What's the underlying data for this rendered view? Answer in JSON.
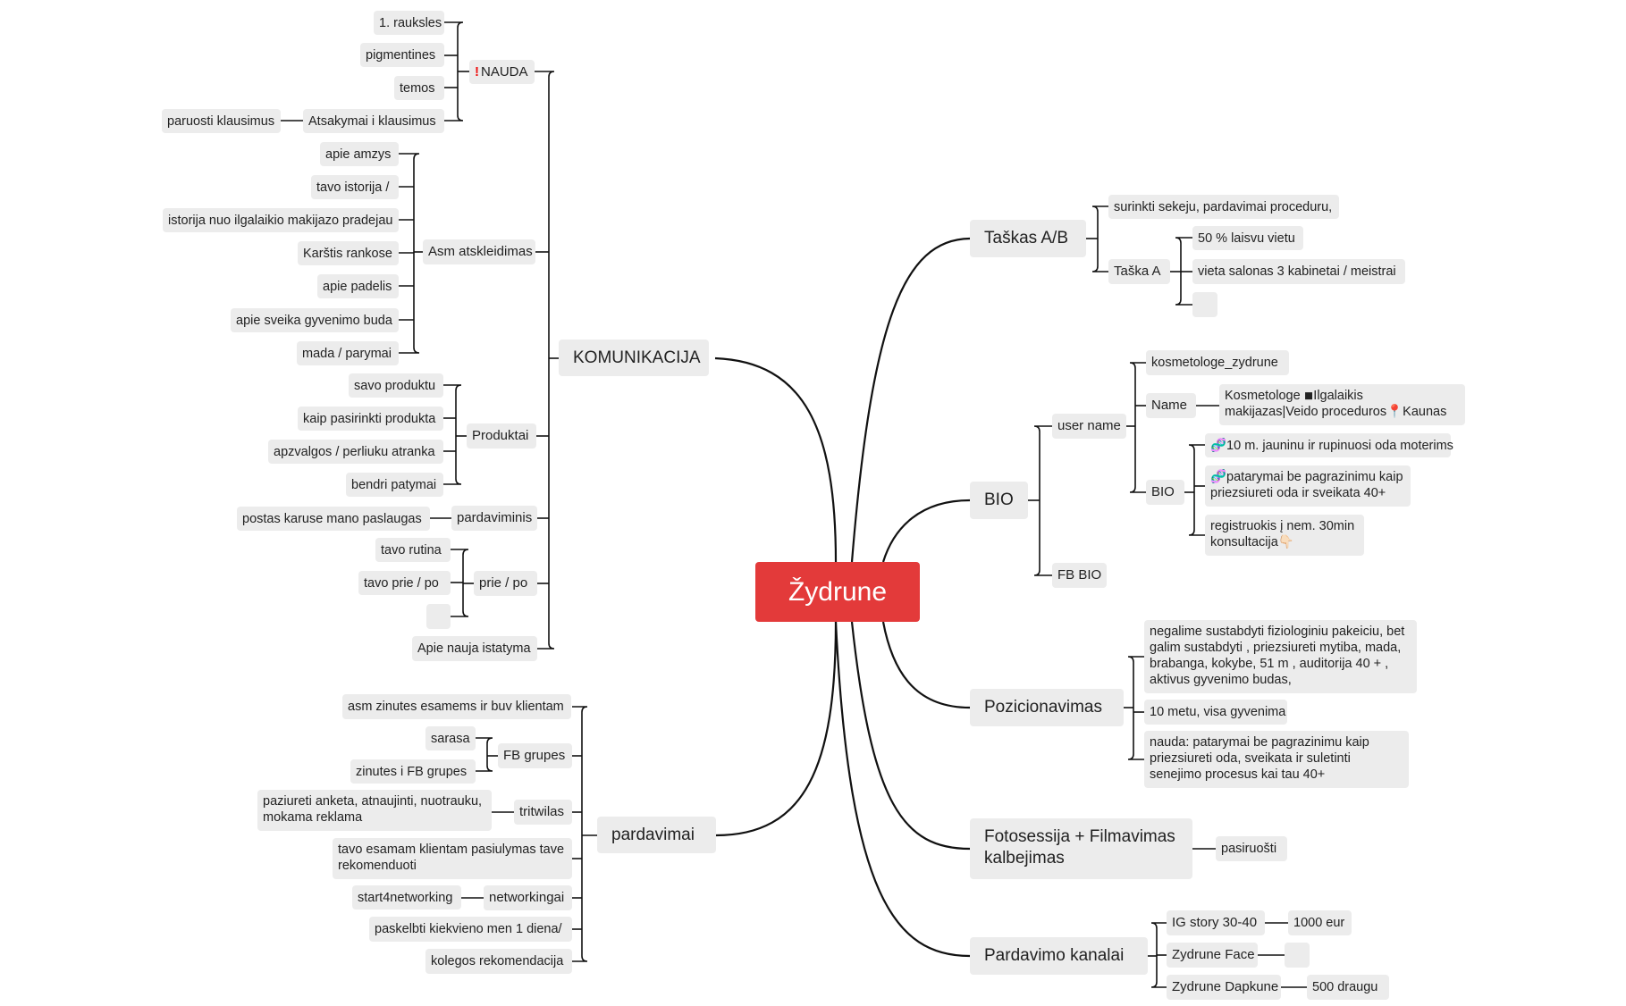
{
  "center": "Žydrune",
  "left": {
    "komunikacija": {
      "label": "KOMUNIKACIJA",
      "nauda": {
        "label": "NAUDA",
        "items": [
          "1. rauksles",
          "pigmentines",
          "temos",
          "Atsakymai i klausimus"
        ],
        "atsakymai_child": "paruosti klausimus"
      },
      "asm": {
        "label": "Asm atskleidimas",
        "items": [
          "apie amzys",
          "tavo istorija /",
          "istorija nuo ilgalaikio makijazo pradejau",
          "Karštis rankose",
          "apie padelis",
          "apie sveika gyvenimo buda",
          "mada / parymai"
        ]
      },
      "produktai": {
        "label": "Produktai",
        "items": [
          "savo produktu",
          "kaip pasirinkti produkta",
          "apzvalgos / perliuku atranka",
          "bendri patymai"
        ]
      },
      "pardaviminis": {
        "label": "pardaviminis",
        "child": "postas karuse mano paslaugas"
      },
      "prie_po": {
        "label": "prie / po",
        "items": [
          "tavo rutina",
          "tavo prie / po",
          ""
        ]
      },
      "apie_nauja": "Apie nauja istatyma"
    },
    "pardavimai": {
      "label": "pardavimai",
      "asm_zinutes": "asm zinutes esamems ir buv klientam",
      "fb_grupes": {
        "label": "FB grupes",
        "items": [
          "sarasa",
          "zinutes i FB grupes"
        ]
      },
      "tritwilas": {
        "label": "tritwilas",
        "child": "paziureti anketa, atnaujinti, nuotrauku, mokama reklama"
      },
      "pasiulymas": "tavo esamam klientam pasiulymas tave rekomenduoti",
      "networkingai": {
        "label": "networkingai",
        "child": "start4networking"
      },
      "paskelbti": "paskelbti kiekvieno men 1 diena/",
      "kolegos": "kolegos rekomendacija"
    }
  },
  "right": {
    "taskas": {
      "label": "Taškas A/B",
      "item1": "surinkti sekeju, pardavimai proceduru,",
      "taska": {
        "label": "Taška A",
        "items": [
          "50 % laisvu vietu",
          "vieta salonas 3 kabinetai / meistrai",
          ""
        ]
      }
    },
    "bio": {
      "label": "BIO",
      "username": {
        "label": "user name",
        "handle": "kosmetologe_zydrune",
        "name": {
          "label": "Name",
          "value": "Kosmetologe ◾Ilgalaikis makijazas|Veido proceduros📍Kaunas"
        },
        "bio": {
          "label": "BIO",
          "items": [
            "🧬10 m. jauninu ir rupinuosi oda moterims",
            "🧬patarymai be pagrazinimu kaip priezsiureti oda ir sveikata 40+",
            "registruokis į nem. 30min konsultacija👇🏻"
          ]
        }
      },
      "fb_bio": "FB BIO"
    },
    "pozicionavimas": {
      "label": "Pozicionavimas",
      "items": [
        "negalime sustabdyti fiziologiniu pakeiciu, bet galim sustabdyti , priezsiureti mytiba, mada, brabanga, kokybe, 51 m , auditorija 40 + , aktivus gyvenimo budas,",
        "10 metu, visa gyvenima",
        "nauda:  patarymai be pagrazinimu kaip priezsiureti oda, sveikata ir suletinti senejimo procesus kai tau 40+"
      ]
    },
    "foto": {
      "label": "Fotosessija + Filmavimas kalbejimas",
      "child": "pasiruošti"
    },
    "kanalai": {
      "label": "Pardavimo kanalai",
      "ig": {
        "label": "IG story 30-40",
        "child": "1000 eur"
      },
      "face": {
        "label": "Zydrune Face",
        "child": ""
      },
      "dapkune": {
        "label": "Zydrune Dapkune",
        "child": "500 draugu"
      }
    }
  },
  "colors": {
    "center": "#e33a3a",
    "node": "#ececec",
    "line": "#111111"
  }
}
